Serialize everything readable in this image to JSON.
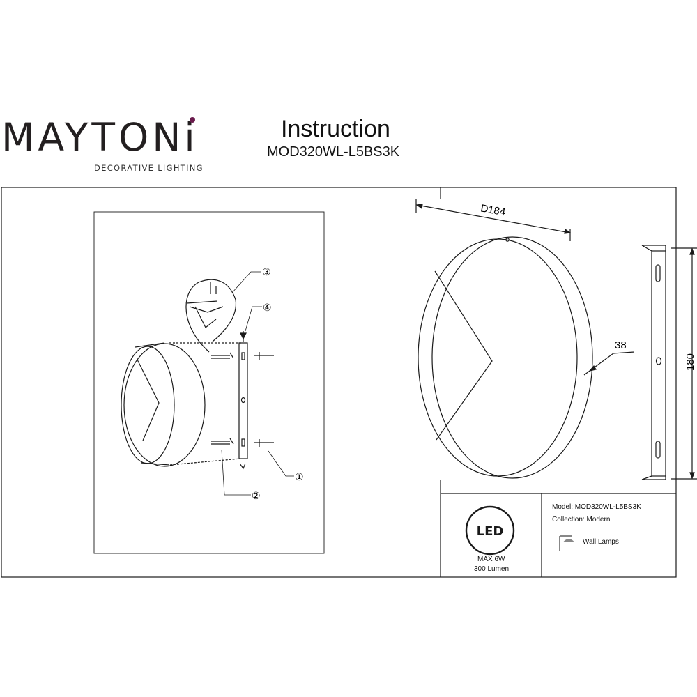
{
  "brand": {
    "name": "MAYTONi",
    "tagline": "DECORATIVE LIGHTING"
  },
  "header": {
    "title": "Instruction",
    "model": "MOD320WL-L5BS3K"
  },
  "callouts": {
    "one": "①",
    "two": "②",
    "three": "③",
    "four": "④"
  },
  "dimensions": {
    "diameter": "D184",
    "depth": "38",
    "plate_height": "180"
  },
  "spec_box": {
    "led_label": "LED",
    "power": "MAX 6W",
    "lumen": "300 Lumen",
    "model": "Model: MOD320WL-L5BS3K",
    "collection": "Collection: Modern",
    "type": "Wall Lamps",
    "type_icon": "wall-lamp-icon"
  },
  "colors": {
    "line": "#1a1a1a",
    "brand": "#231f20",
    "brand_dot": "#6a1b4d"
  }
}
